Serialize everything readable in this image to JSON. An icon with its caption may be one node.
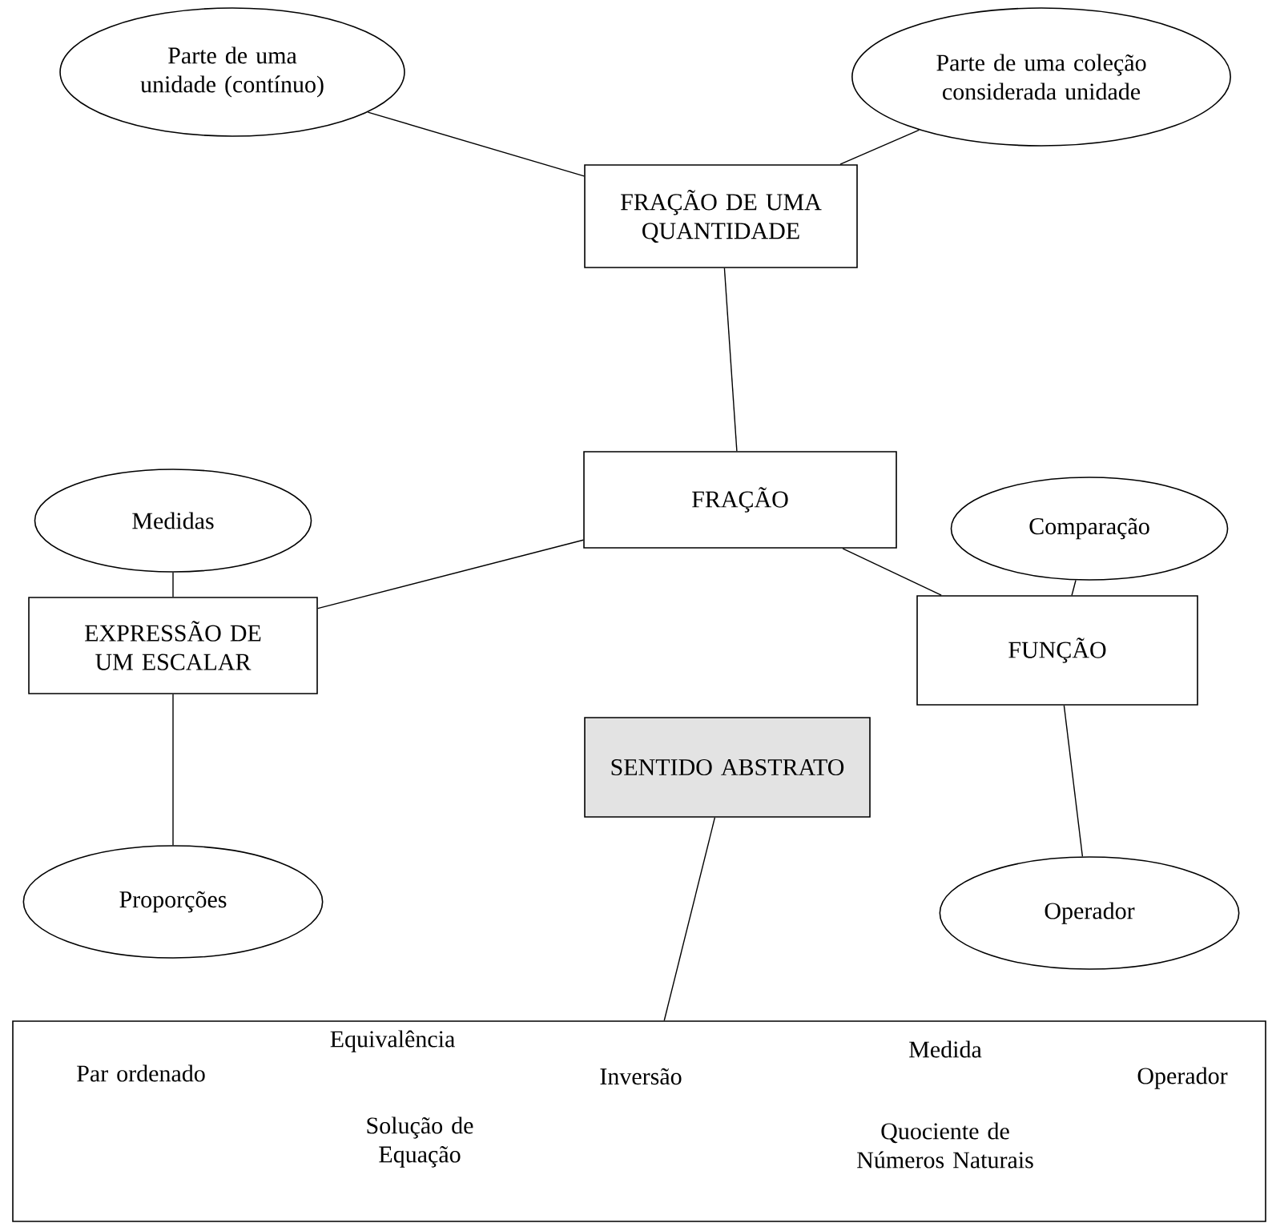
{
  "diagram": {
    "nodes": [
      {
        "text": [
          "Parte de uma unidade (contínuo)"
        ]
      },
      {
        "text": [
          "Parte de uma coleção considerada unidade"
        ]
      },
      {
        "text": [
          "FRAÇÃO DE UMA QUANTIDADE"
        ]
      },
      {
        "text": [
          "Medidas"
        ]
      },
      {
        "text": [
          "FRAÇÃO"
        ]
      },
      {
        "text": [
          "Comparação"
        ]
      },
      {
        "text": [
          "EXPRESSÃO DE UM ESCALAR"
        ]
      },
      {
        "text": [
          "FUNÇÃO"
        ]
      },
      {
        "text": [
          "SENTIDO ABSTRATO"
        ]
      },
      {
        "text": [
          "Proporções"
        ]
      },
      {
        "text": [
          "Operador"
        ]
      },
      {
        "text": [
          "Par ordenado",
          "Equivalência",
          "Solução de Equação",
          "Inversão",
          "Medida",
          "Quociente de Números Naturais",
          "Operador"
        ]
      }
    ],
    "edges": [
      {
        "from": 0,
        "to": 2,
        "arrow": "none"
      },
      {
        "from": 1,
        "to": 2,
        "arrow": "none"
      },
      {
        "from": 2,
        "to": 4,
        "arrow": "none"
      },
      {
        "from": 4,
        "to": 6,
        "arrow": "none"
      },
      {
        "from": 4,
        "to": 7,
        "arrow": "none"
      },
      {
        "from": 3,
        "to": 6,
        "arrow": "none"
      },
      {
        "from": 6,
        "to": 9,
        "arrow": "none"
      },
      {
        "from": 5,
        "to": 7,
        "arrow": "none"
      },
      {
        "from": 7,
        "to": 10,
        "arrow": "none"
      },
      {
        "from": 8,
        "to": 11,
        "arrow": "none"
      }
    ]
  }
}
